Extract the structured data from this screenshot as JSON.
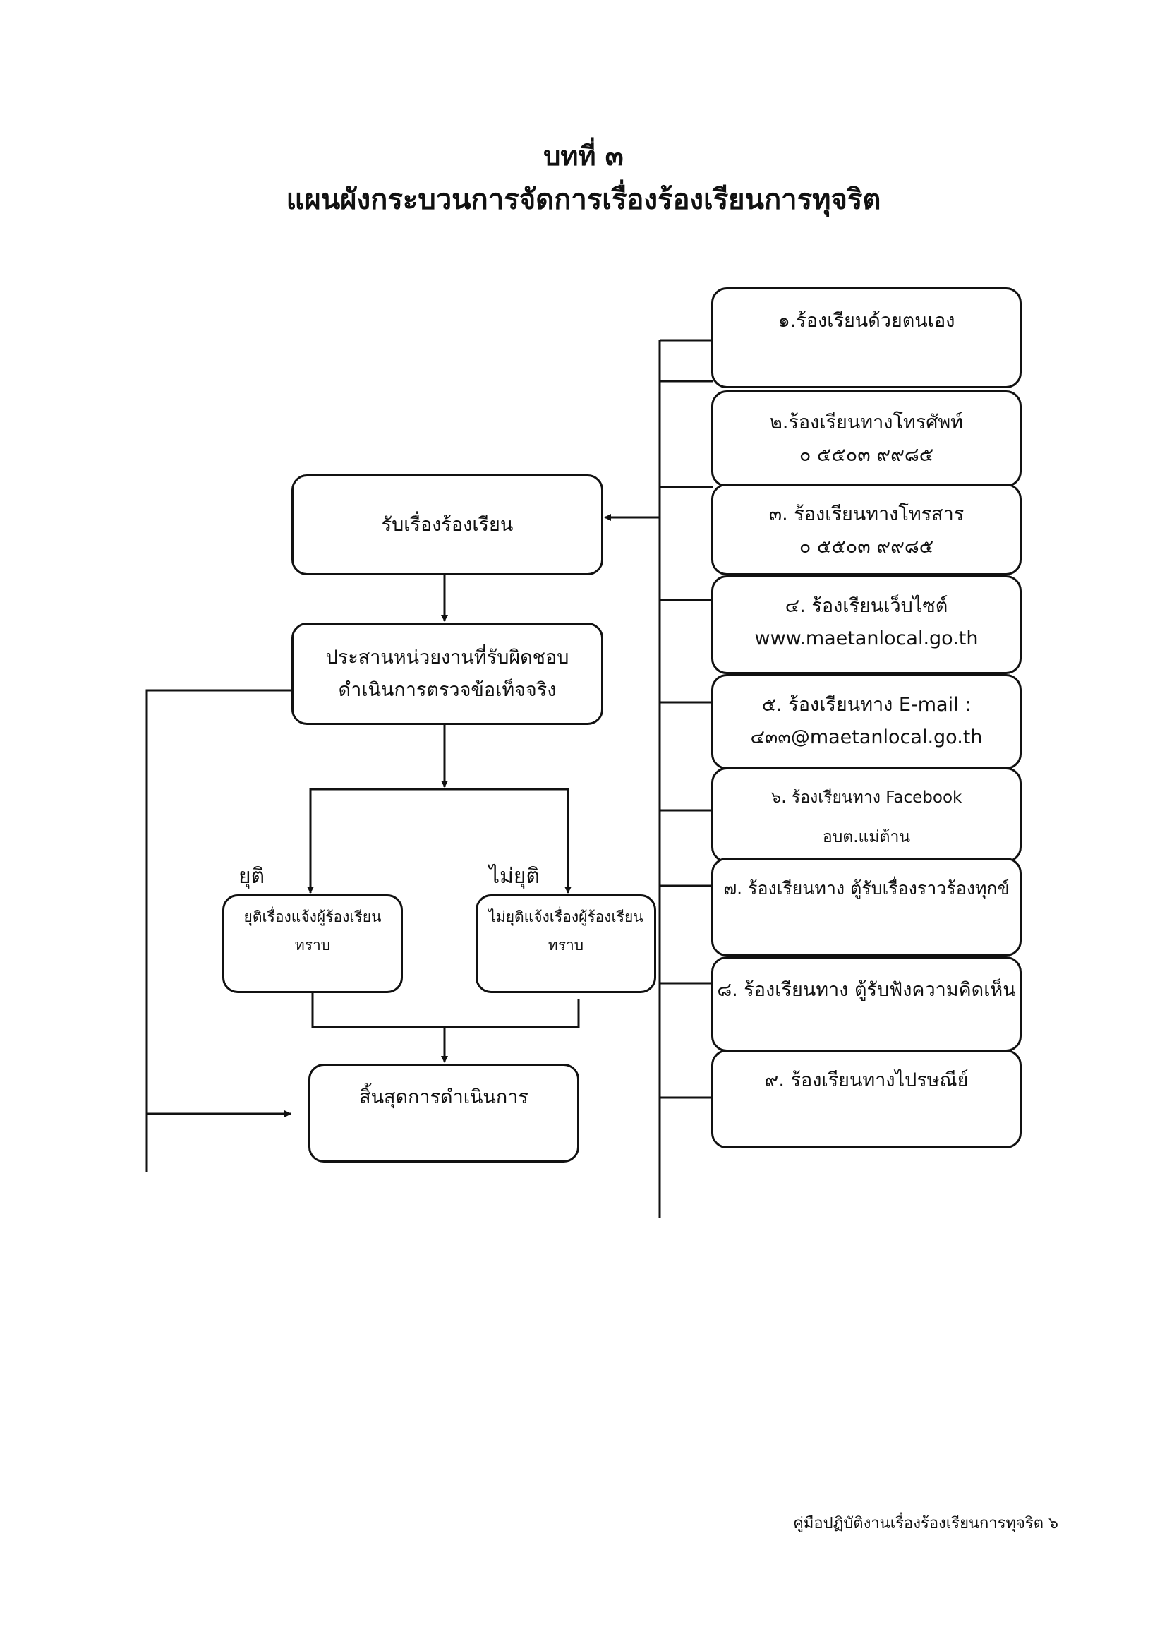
{
  "header": {
    "chapter": "บทที่ ๓",
    "title": "แผนผังกระบวนการจัดการเรื่องร้องเรียนการทุจริต"
  },
  "flow": {
    "receive": "รับเรื่องร้องเรียน",
    "coordinate_line1": "ประสานหน่วยงานที่รับผิดชอบ",
    "coordinate_line2": "ดำเนินการตรวจข้อเท็จจริง",
    "branch_yes_label": "ยุติ",
    "branch_no_label": "ไม่ยุติ",
    "yes_line1": "ยุติเรื่องแจ้งผู้ร้องเรียน",
    "yes_line2": "ทราบ",
    "no_line1": "ไม่ยุติแจ้งเรื่องผู้ร้องเรียน",
    "no_line2": "ทราบ",
    "end": "สิ้นสุดการดำเนินการ"
  },
  "channels": [
    {
      "line1": "๑.ร้องเรียนด้วยตนเอง",
      "line2": ""
    },
    {
      "line1": "๒.ร้องเรียนทางโทรศัพท์",
      "line2": "๐ ๕๕๐๓ ๙๙๘๕"
    },
    {
      "line1": "๓. ร้องเรียนทางโทรสาร",
      "line2": "๐ ๕๕๐๓ ๙๙๘๕"
    },
    {
      "line1": "๔. ร้องเรียนเว็บไซต์",
      "line2": "www.maetanlocal.go.th"
    },
    {
      "line1": "๕. ร้องเรียนทาง E-mail :",
      "line2": "๔๓๓@maetanlocal.go.th"
    },
    {
      "line1": "๖. ร้องเรียนทาง Facebook",
      "line2": "อบต.แม่ต้าน"
    },
    {
      "line1": "๗. ร้องเรียนทาง ตู้รับเรื่องราวร้องทุกข์",
      "line2": ""
    },
    {
      "line1": "๘. ร้องเรียนทาง ตู้รับฟังความคิดเห็น",
      "line2": ""
    },
    {
      "line1": "๙. ร้องเรียนทางไปรษณีย์",
      "line2": ""
    }
  ],
  "footer": "คู่มือปฏิบัติงานเรื่องร้องเรียนการทุจริต ๖"
}
